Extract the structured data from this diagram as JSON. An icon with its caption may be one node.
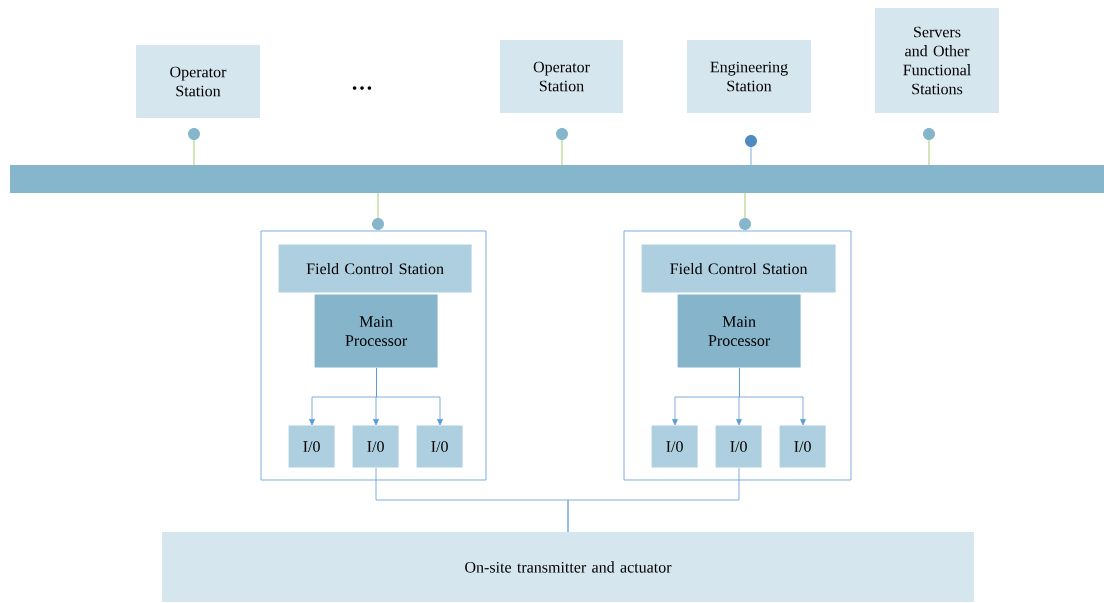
{
  "diagram": {
    "nodes": [
      {
        "text": [
          "Operator Station"
        ]
      },
      {
        "text": [
          "Operator Station"
        ]
      },
      {
        "text": [
          "Engineering Station"
        ]
      },
      {
        "text": [
          "Servers and Other Functional Stations"
        ]
      },
      {
        "text": [],
        "shape": "bar"
      },
      {
        "text": [],
        "shape": "box"
      },
      {
        "text": [
          "Field Control Station"
        ],
        "in": 5
      },
      {
        "text": [
          "Main Processor"
        ],
        "in": 5
      },
      {
        "text": [
          "I/0"
        ],
        "in": 5
      },
      {
        "text": [
          "I/0"
        ],
        "in": 5
      },
      {
        "text": [
          "I/0"
        ],
        "in": 5
      },
      {
        "text": [],
        "shape": "box"
      },
      {
        "text": [
          "Field Control Station"
        ],
        "in": 11
      },
      {
        "text": [
          "Main Processor"
        ],
        "in": 11
      },
      {
        "text": [
          "I/0"
        ],
        "in": 11
      },
      {
        "text": [
          "I/0"
        ],
        "in": 11
      },
      {
        "text": [
          "I/0"
        ],
        "in": 11
      },
      {
        "text": [
          "On-site transmitter and actuator"
        ]
      },
      {
        "text": [],
        "shape": "circle"
      },
      {
        "text": [],
        "shape": "circle"
      },
      {
        "text": [],
        "shape": "circle"
      },
      {
        "text": [],
        "shape": "circle"
      },
      {
        "text": [],
        "shape": "circle"
      },
      {
        "text": [],
        "shape": "circle"
      }
    ],
    "edges": [
      {
        "from": 4,
        "to": 18,
        "arrow": "none",
        "color": "#8cc152"
      },
      {
        "from": 4,
        "to": 19,
        "arrow": "none",
        "color": "#8cc152"
      },
      {
        "from": 4,
        "to": 20,
        "arrow": "none"
      },
      {
        "from": 4,
        "to": 21,
        "arrow": "none",
        "color": "#8cc152"
      },
      {
        "from": 4,
        "to": 22,
        "arrow": "none",
        "color": "#8cc152"
      },
      {
        "from": 4,
        "to": 23,
        "arrow": "none",
        "color": "#8cc152"
      },
      {
        "from": 7,
        "to": 8,
        "arrow": "to"
      },
      {
        "from": 7,
        "to": 9,
        "arrow": "to"
      },
      {
        "from": 7,
        "to": 10,
        "arrow": "to"
      },
      {
        "from": 13,
        "to": 14,
        "arrow": "to"
      },
      {
        "from": 13,
        "to": 15,
        "arrow": "to"
      },
      {
        "from": 13,
        "to": 16,
        "arrow": "to"
      },
      {
        "from": 9,
        "to": 17,
        "arrow": "none"
      },
      {
        "from": 15,
        "to": 17,
        "arrow": "none"
      }
    ],
    "labels": [
      "…"
    ]
  }
}
